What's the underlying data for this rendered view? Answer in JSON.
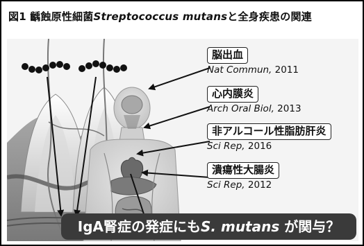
{
  "title": {
    "prefix": "図1 齲蝕原性細菌",
    "species": "Streptococcus mutans",
    "suffix": "と全身疾患の関連"
  },
  "diseases": [
    {
      "name": "脳出血",
      "journal": "Nat Commun,",
      "year": "2011"
    },
    {
      "name": "心内膜炎",
      "journal": "Arch Oral Biol,",
      "year": "2013"
    },
    {
      "name": "非アルコール性脂肪肝炎",
      "journal": "Sci Rep,",
      "year": "2016"
    },
    {
      "name": "潰瘍性大腸炎",
      "journal": "Sci Rep,",
      "year": "2012"
    }
  ],
  "banner": {
    "prefix": "IgA腎症の発症にも",
    "species": "S. mutans",
    "suffix": " が関与？"
  },
  "colors": {
    "banner_bg": "#3a3a3a",
    "border": "#000000",
    "bacteria": "#111111"
  }
}
